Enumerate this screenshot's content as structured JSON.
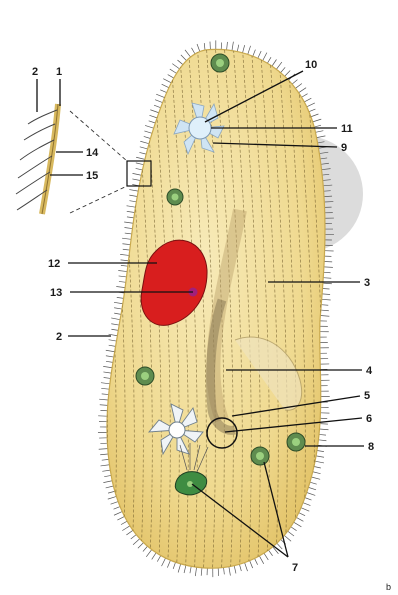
{
  "figure": {
    "panel_letter": "b",
    "labels": {
      "l1": "1",
      "l2_inset": "2",
      "l14": "14",
      "l15": "15",
      "l10": "10",
      "l11": "11",
      "l9": "9",
      "l12": "12",
      "l13": "13",
      "l2": "2",
      "l3": "3",
      "l4": "4",
      "l5": "5",
      "l6": "6",
      "l8": "8",
      "l7": "7"
    }
  },
  "colors": {
    "cytoplasm": "#f1dc97",
    "cytoplasm_edge": "#e2c56b",
    "macronucleus": "#d81e1e",
    "micronucleus": "#a21f7a",
    "vacuole": "#cfe4f4",
    "food_vacuole": "#3f8c42",
    "circle_overlay": "#d4d4d4"
  }
}
